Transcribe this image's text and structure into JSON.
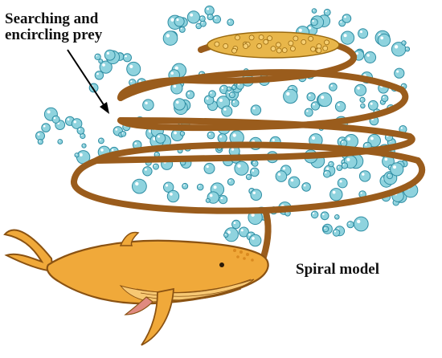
{
  "labels": {
    "search_line1": "Searching and",
    "search_line2": "encircling prey",
    "spiral": "Spiral model"
  },
  "icons": {
    "whale": "humpback-whale-icon",
    "prey": "krill-prey-icon",
    "bubbles": "bubble-net-icon",
    "spiral": "spiral-path-icon",
    "arrow": "pointer-arrow-icon"
  },
  "colors": {
    "whale_body": "#f0a93a",
    "whale_outline": "#8a5212",
    "whale_belly": "#f7c873",
    "spiral_stroke": "#9a5c1c",
    "spiral_edge": "#5e3510",
    "bubble_fill": "#8fd3de",
    "bubble_edge": "#2e8da3",
    "prey_fill": "#e8b64a",
    "arrow": "#000000"
  }
}
